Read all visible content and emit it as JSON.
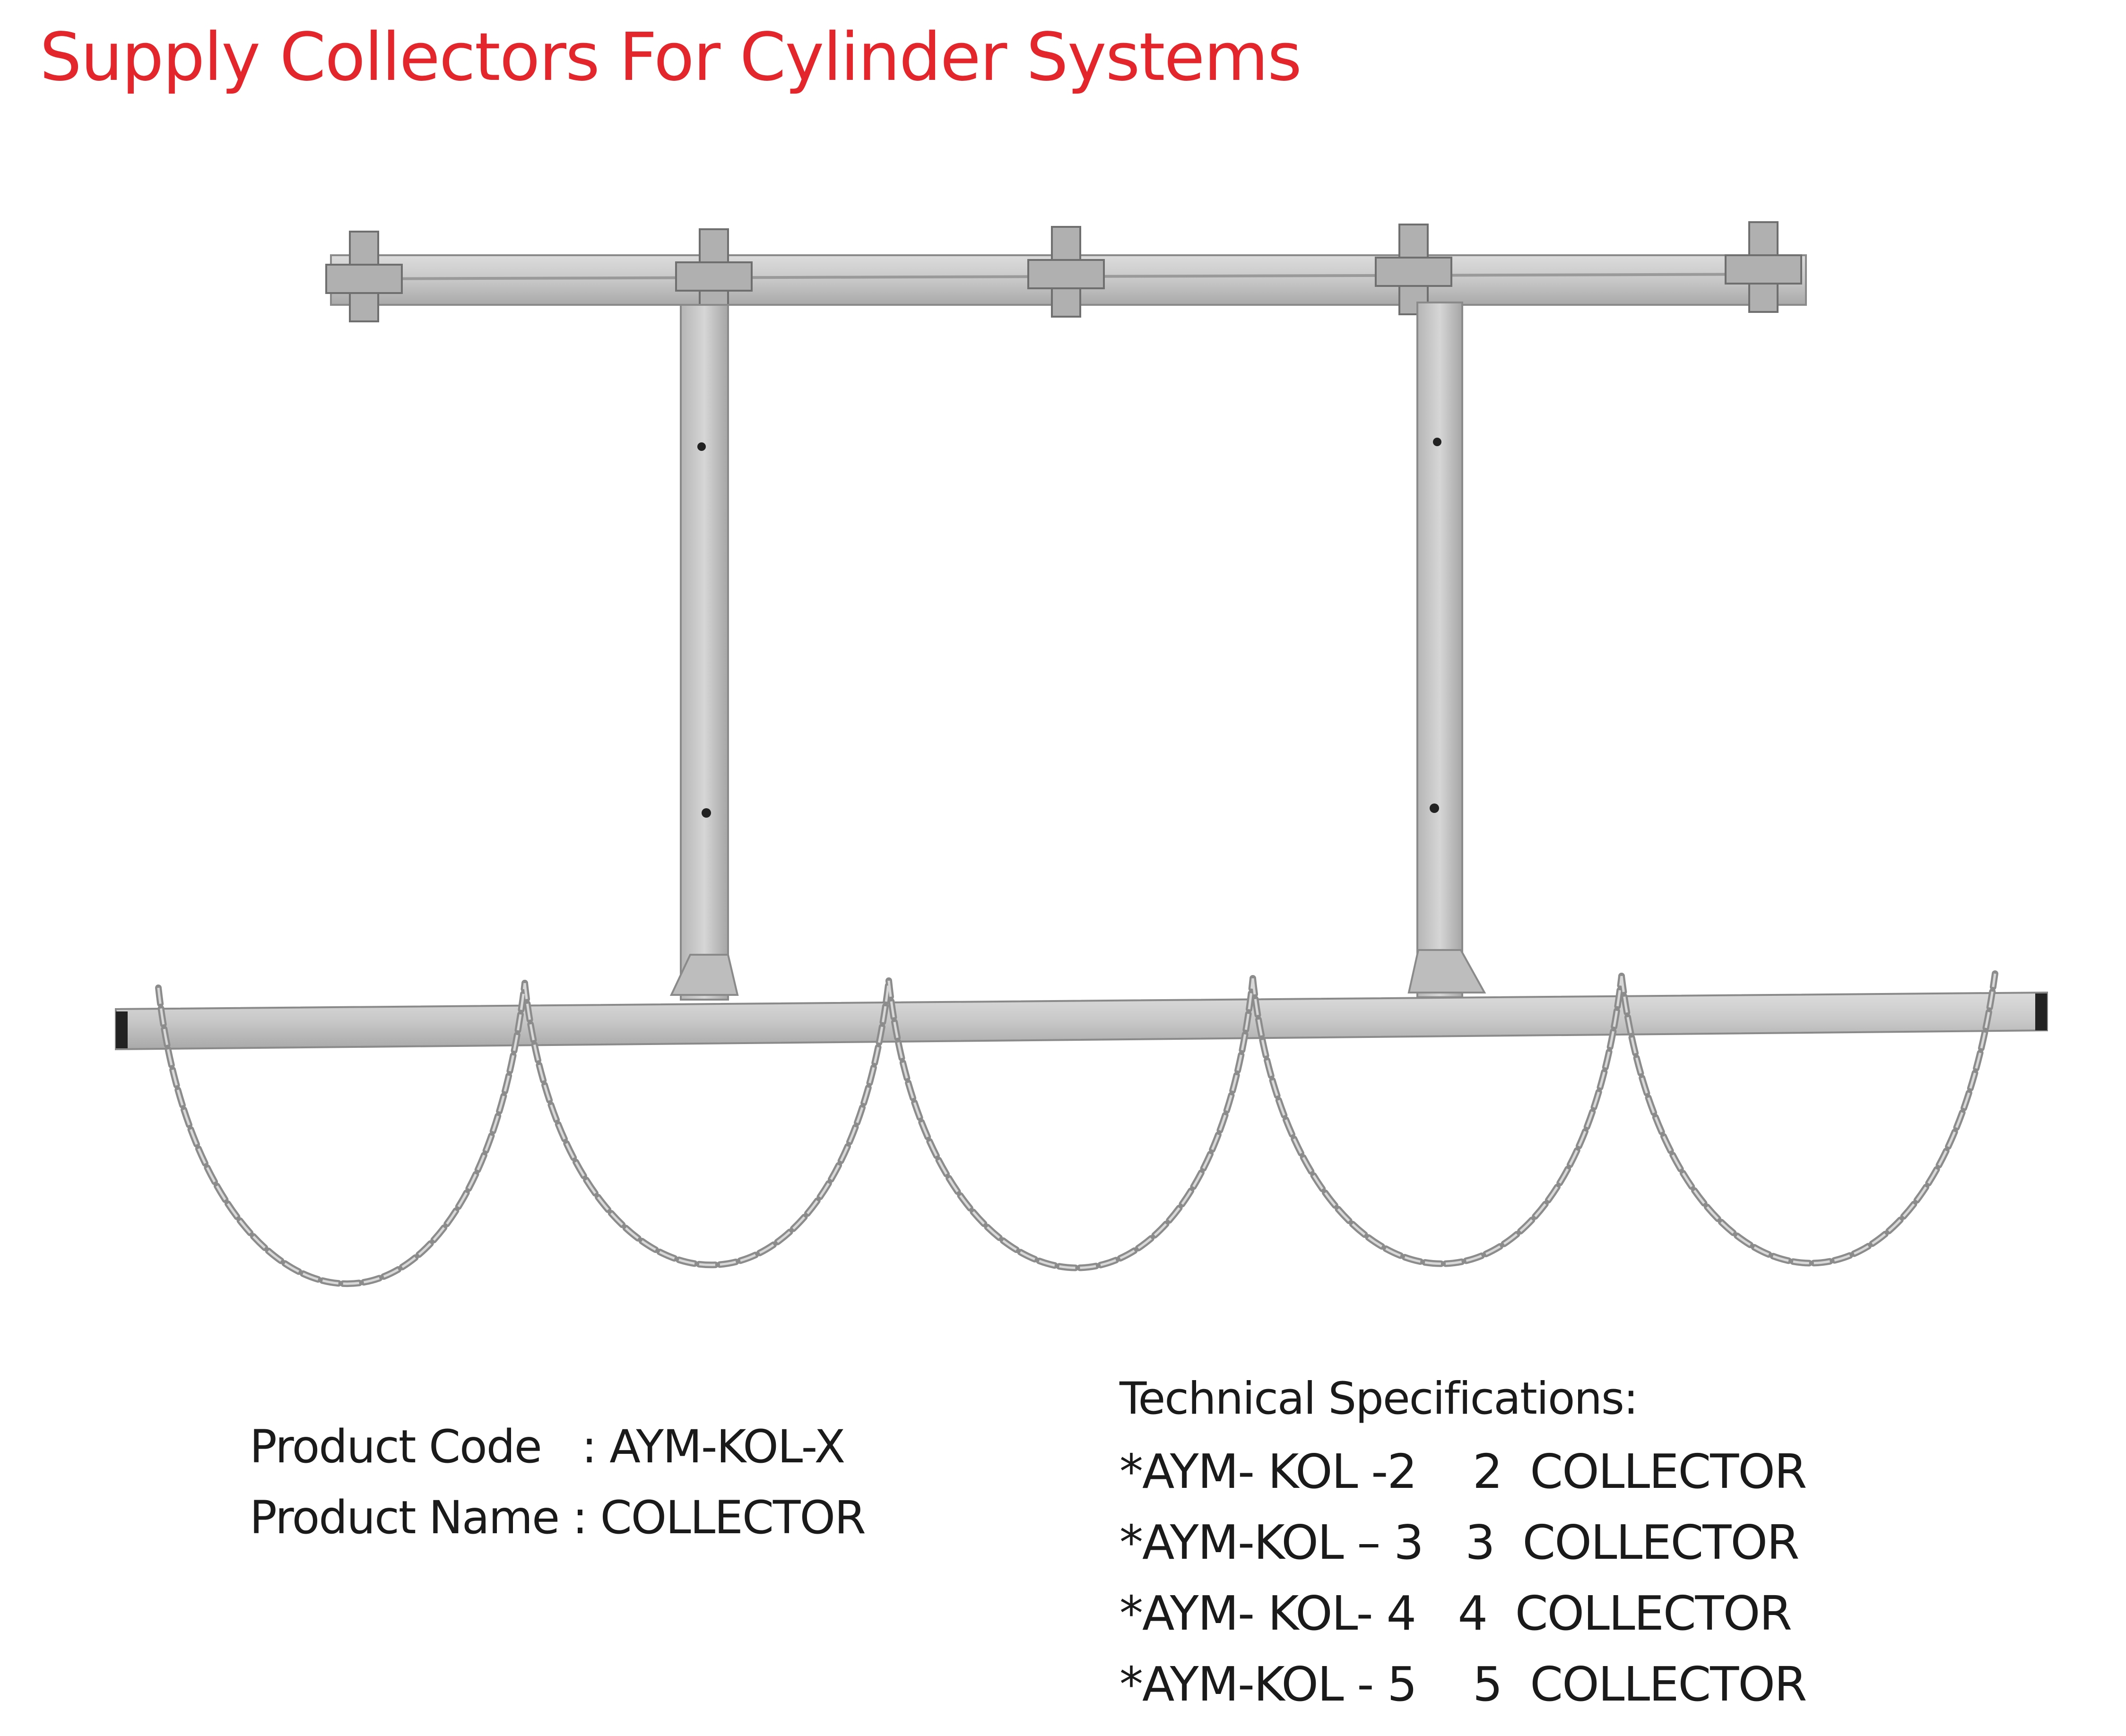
{
  "title": "Supply Collectors For Cylinder Systems",
  "colors": {
    "title": "#e3262b",
    "text": "#1a1a1a",
    "frame": "#c9c9c9"
  },
  "product": {
    "code_label": "Product Code   : AYM-KOL-X",
    "name_label": "Product Name : COLLECTOR"
  },
  "specs": {
    "heading": "Technical Specifications:",
    "items": [
      "*AYM- KOL -2    2  COLLECTOR",
      "*AYM-KOL – 3   3  COLLECTOR",
      "*AYM- KOL- 4   4  COLLECTOR",
      "*AYM-KOL - 5    5  COLLECTOR"
    ]
  }
}
